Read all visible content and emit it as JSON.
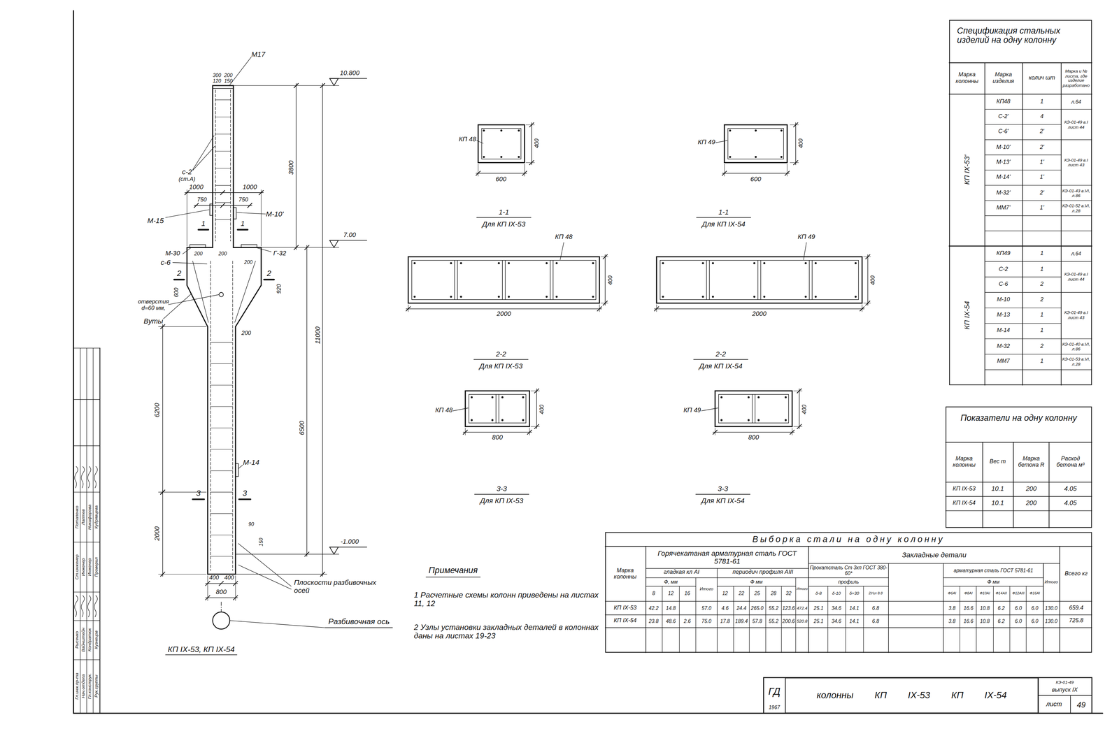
{
  "diagram": {
    "nodes": [
      {
        "text": [
          "Спецификация стальных изделий на одну колонну"
        ]
      },
      {
        "text": [
          "Показатели на одну колонну"
        ]
      },
      {
        "text": [
          "Выборка стали на одну колонну"
        ]
      },
      {
        "text": [
          "колонны КП IX-53 КП IX-54"
        ]
      }
    ],
    "labels": [
      "300",
      "200",
      "120",
      "150",
      "М17",
      "10.800",
      "с-2",
      "(ст.А)",
      "1000",
      "1000",
      "750",
      "750",
      "М-15",
      "М-10'",
      "1",
      "1",
      "3800",
      "7.00",
      "М-30",
      "с-6",
      "200",
      "200",
      "200",
      "Г-32",
      "2",
      "2",
      "600",
      "920",
      "отверстия",
      "d=60 мм,",
      "Вуты",
      "200",
      "11000",
      "6200",
      "6500",
      "М-14",
      "3",
      "3",
      "2000",
      "90",
      "150",
      "-1.000",
      "400",
      "400",
      "800",
      "Плоскости разбивочных осей",
      "Разбивочная ось",
      "КП IX-53, КП IX-54",
      "КП 48",
      "400",
      "600",
      "1-1",
      "Для КП IX-53",
      "КП 48",
      "400",
      "2000",
      "2-2",
      "Для КП IX-53",
      "КП 48",
      "400",
      "800",
      "3-3",
      "Для КП IX-53",
      "КП 49",
      "400",
      "600",
      "1-1",
      "Для КП IX-54",
      "КП 49",
      "400",
      "2000",
      "2-2",
      "Для КП IX-54",
      "КП 49",
      "400",
      "800",
      "3-3",
      "Для КП IX-54",
      "Примечания",
      "1 Расчетные схемы колонн приведены на листах 11, 12",
      "2 Узлы установки закладных деталей в колоннах даны на листах 19-23",
      "Марка колонны",
      "Марка изделия",
      "колич шт",
      "Марка и № листа, где изделие разработано",
      "КП IX-53'",
      "КП48",
      "С-2'",
      "С-6'",
      "М-10'",
      "М-13'",
      "М-14'",
      "М-32'",
      "ММ7'",
      "1",
      "4",
      "2'",
      "2'",
      "1'",
      "1'",
      "2'",
      "1'",
      "л.64",
      "КЭ-01-49 в.I лист 44",
      "КЭ-01-49 в.I лист 43",
      "КЭ-01-43 в.VI, л.86",
      "КЭ-01-52 в.VI, л.28",
      "КП IX-54",
      "КП49",
      "С-2",
      "С-6",
      "М-10",
      "М-13",
      "М-14",
      "М-32",
      "ММ7",
      "1",
      "1",
      "2",
      "2",
      "1",
      "1",
      "2",
      "1",
      "л.64",
      "КЭ-01-49 в.I лист 44",
      "КЭ-01-49 в.I лист 43",
      "КЭ-01-40 в.VI, л.86",
      "КЭ-01-53 в.VI, л.28",
      "Марка колонны",
      "Вес т",
      "Марка бетона R",
      "Расход бетона м³",
      "КП IX-53",
      "10.1",
      "200",
      "4.05",
      "КП IX-54",
      "10.1",
      "200",
      "4.05",
      "Марка колонны",
      "Горячекатаная арматурная сталь ГОСТ 5781-61",
      "гладкая кл AI",
      "периодич профиля AIII",
      "Ф, мм",
      "Итого",
      "8",
      "12",
      "16",
      "Ф мм",
      "12",
      "22",
      "25",
      "28",
      "32",
      "Итого",
      "Закладные детали",
      "Прокатсталь Ст 3кп ГОСТ 380-60*",
      "профиль",
      "δ-8",
      "δ-10",
      "δ+30",
      "2Угл 8.8",
      "арматурная сталь ГОСТ 5781-61",
      "Ф мм",
      "Ф6АI",
      "Ф8АI",
      "Ф10АI",
      "Ф14АII",
      "Ф12АIII",
      "Ф16АI",
      "Итого",
      "Всего кг",
      "КП IX-53",
      "42.2",
      "14.8",
      "57.0",
      "4.6",
      "24.4",
      "265.0",
      "55.2",
      "123.6",
      "472.4",
      "25.1",
      "34.6",
      "14.1",
      "6.8",
      "3.8",
      "16.6",
      "10.8",
      "6.2",
      "6.0",
      "6.0",
      "130.0",
      "659.4",
      "КП IX-54",
      "23.8",
      "48.6",
      "2.6",
      "75.0",
      "17.8",
      "189.4",
      "57.8",
      "55.2",
      "200.6",
      "520.8",
      "25.1",
      "34.6",
      "14.1",
      "6.8",
      "3.8",
      "16.6",
      "10.8",
      "6.2",
      "6.0",
      "6.0",
      "130.0",
      "725.8",
      "ГД",
      "1967",
      "КЭ-01-49",
      "выпуск IX",
      "лист",
      "49",
      "Гл.инж.пр-та",
      "Рысенко",
      "Нач.отдела",
      "Вайнштейн",
      "Гл.конструк.",
      "Кондратюк",
      "Рук.группы",
      "Кузнецов",
      "Ст.инженер",
      "Потапенко",
      "Инженер",
      "Лаптев",
      "Инженер",
      "Никифорова",
      "Проверил",
      "Кудрявцева"
    ]
  }
}
